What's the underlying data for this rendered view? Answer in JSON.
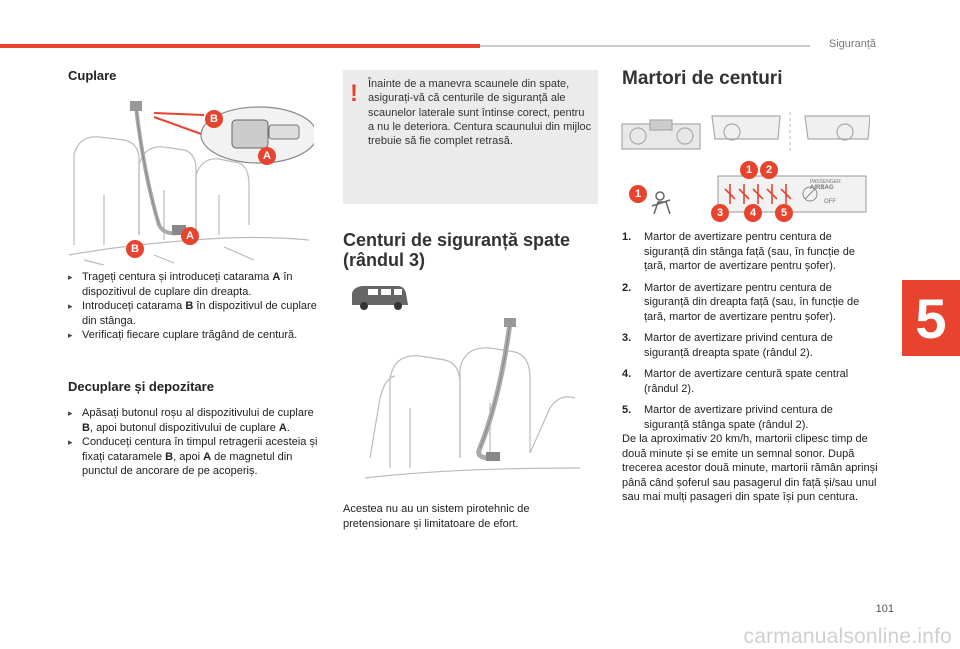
{
  "header": {
    "section": "Siguranță"
  },
  "chapter_tab": "5",
  "page_number": "101",
  "watermark": "carmanualsonline.info",
  "left": {
    "heading": "Cuplare",
    "figure_labels": {
      "a": "A",
      "b": "B"
    },
    "steps": [
      {
        "pre": "Trageți centura și introduceți catarama ",
        "bold": "A",
        "post": " în dispozitivul de cuplare din dreapta."
      },
      {
        "pre": "Introduceți catarama ",
        "bold": "B",
        "post": " în dispozitivul de cuplare din stânga."
      },
      {
        "pre": "Verificați fiecare cuplare trăgând de centură.",
        "bold": "",
        "post": ""
      }
    ],
    "subheading": "Decuplare și depozitare",
    "steps2_1": {
      "t1": "Apăsați butonul roșu al dispozitivului de cuplare ",
      "b1": "B",
      "t2": ", apoi butonul dispozitivului de cuplare ",
      "b2": "A",
      "t3": "."
    },
    "steps2_2": {
      "t1": "Conduceți centura în timpul retragerii acesteia și fixați cataramele ",
      "b1": "B",
      "t2": ", apoi ",
      "b2": "A",
      "t3": " de magnetul din punctul de ancorare de pe acoperiș."
    }
  },
  "middle": {
    "warning_icon": "exclamation-icon",
    "warning": "Înainte de a manevra scaunele din spate, asigurați-vă că centurile de siguranță ale scaunelor laterale sunt întinse corect, pentru a nu le deteriora. Centura scaunului din mijloc trebuie să fie complet retrasă.",
    "heading": "Centuri de siguranță spate (rândul 3)",
    "note": "Acestea nu au un sistem pirotehnic de pretensionare și limitatoare de efort."
  },
  "right": {
    "heading": "Martori de centuri",
    "panel_text": {
      "passenger": "PASSENGER",
      "airbag": "AIRBAG",
      "off": "OFF"
    },
    "badges": [
      "1",
      "2",
      "3",
      "4",
      "5"
    ],
    "items": [
      {
        "num": "1.",
        "text": "Martor de avertizare pentru centura de siguranță din stânga față (sau, în funcție de țară, martor de avertizare pentru șofer)."
      },
      {
        "num": "2.",
        "text": "Martor de avertizare pentru centura de siguranță din dreapta față (sau, în funcție de țară, martor de avertizare pentru șofer)."
      },
      {
        "num": "3.",
        "text": "Martor de avertizare privind centura de siguranță dreapta spate (rândul 2)."
      },
      {
        "num": "4.",
        "text": "Martor de avertizare centură spate central (rândul 2)."
      },
      {
        "num": "5.",
        "text": "Martor de avertizare privind centura de siguranță stânga spate (rândul 2)."
      }
    ],
    "paragraph": "De la aproximativ 20 km/h, martorii clipesc timp de două minute și se emite un semnal sonor. După trecerea acestor două minute, martorii rămân aprinși până când șoferul sau pasagerul din față și/sau unul sau mai mulți pasageri din spate își pun centura."
  }
}
